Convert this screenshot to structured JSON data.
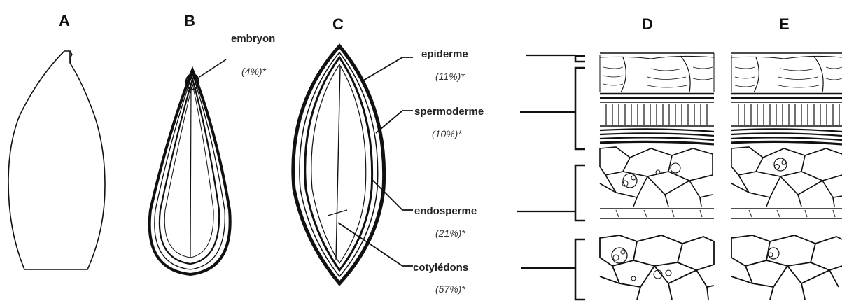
{
  "panels": {
    "a": "A",
    "b": "B",
    "c": "C",
    "d": "D",
    "e": "E"
  },
  "embryo": {
    "label": "embryon",
    "percent": "(4%)*"
  },
  "layers": [
    {
      "label": "epiderme",
      "percent": "(11%)*"
    },
    {
      "label": "spermoderme",
      "percent": "(10%)*"
    },
    {
      "label": "endosperme",
      "percent": "(21%)*"
    },
    {
      "label": "cotylédons",
      "percent": "(57%)*"
    }
  ]
}
